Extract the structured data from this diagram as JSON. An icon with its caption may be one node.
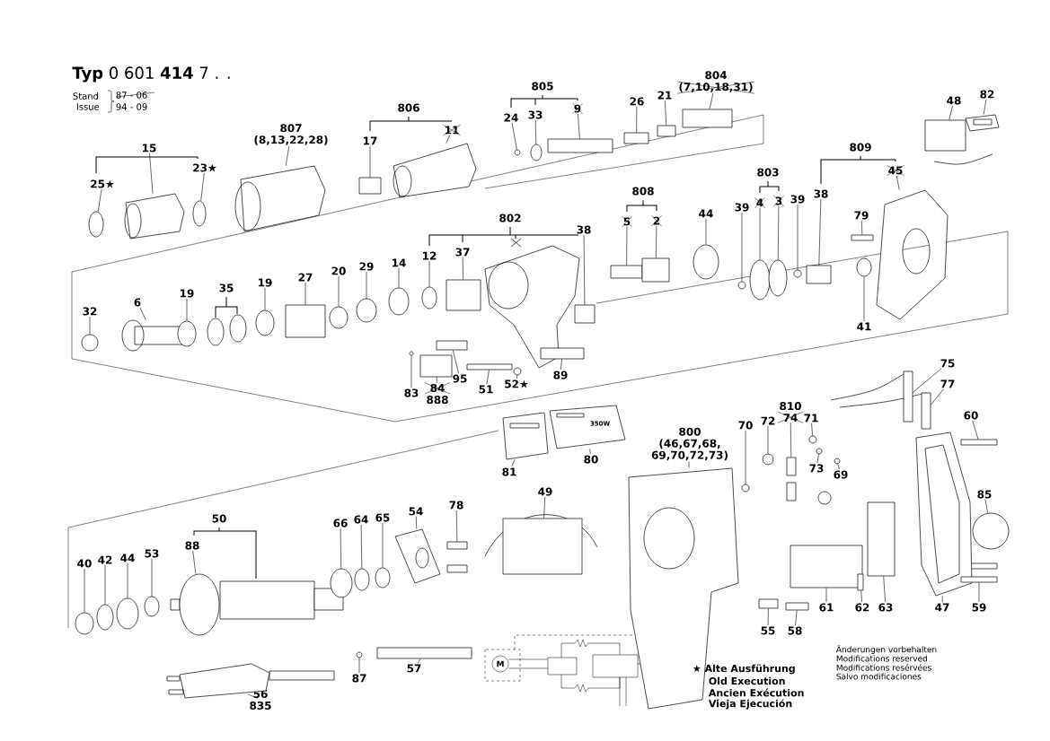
{
  "diagram": {
    "title": "**Typ** 0 601 **414** 7 . .",
    "nodes": [
      {
        "text": [
          "15"
        ]
      },
      {
        "text": [
          "25★"
        ]
      },
      {
        "text": [
          "23★"
        ]
      },
      {
        "text": [
          "807",
          "(8,13,22,28)"
        ]
      },
      {
        "text": [
          "806"
        ]
      },
      {
        "text": [
          "17"
        ]
      },
      {
        "text": [
          "11"
        ]
      },
      {
        "text": [
          "805"
        ]
      },
      {
        "text": [
          "24"
        ]
      },
      {
        "text": [
          "33"
        ]
      },
      {
        "text": [
          "9"
        ]
      },
      {
        "text": [
          "26"
        ]
      },
      {
        "text": [
          "21"
        ]
      },
      {
        "text": [
          "804",
          "(7,10,18,31)"
        ]
      },
      {
        "text": [
          "48"
        ]
      },
      {
        "text": [
          "82"
        ]
      },
      {
        "text": [
          "802"
        ]
      },
      {
        "text": [
          "808"
        ]
      },
      {
        "text": [
          "5"
        ]
      },
      {
        "text": [
          "2"
        ]
      },
      {
        "text": [
          "44"
        ]
      },
      {
        "text": [
          "803"
        ]
      },
      {
        "text": [
          "39"
        ]
      },
      {
        "text": [
          "4"
        ]
      },
      {
        "text": [
          "3"
        ]
      },
      {
        "text": [
          "39"
        ]
      },
      {
        "text": [
          "809"
        ]
      },
      {
        "text": [
          "38"
        ]
      },
      {
        "text": [
          "45"
        ]
      },
      {
        "text": [
          "79"
        ]
      },
      {
        "text": [
          "38"
        ]
      },
      {
        "text": [
          "32"
        ]
      },
      {
        "text": [
          "6"
        ]
      },
      {
        "text": [
          "19"
        ]
      },
      {
        "text": [
          "35"
        ]
      },
      {
        "text": [
          "19"
        ]
      },
      {
        "text": [
          "27"
        ]
      },
      {
        "text": [
          "20"
        ]
      },
      {
        "text": [
          "29"
        ]
      },
      {
        "text": [
          "14"
        ]
      },
      {
        "text": [
          "12"
        ]
      },
      {
        "text": [
          "37"
        ]
      },
      {
        "text": [
          "41"
        ]
      },
      {
        "text": [
          "83"
        ]
      },
      {
        "text": [
          "84",
          "888"
        ]
      },
      {
        "text": [
          "95"
        ]
      },
      {
        "text": [
          "51"
        ]
      },
      {
        "text": [
          "52★"
        ]
      },
      {
        "text": [
          "89"
        ]
      },
      {
        "text": [
          "75"
        ]
      },
      {
        "text": [
          "77"
        ]
      },
      {
        "text": [
          "800",
          "(46,67,68, 69,70,72,73)"
        ]
      },
      {
        "text": [
          "70"
        ]
      },
      {
        "text": [
          "72"
        ]
      },
      {
        "text": [
          "810",
          "74"
        ]
      },
      {
        "text": [
          "71"
        ]
      },
      {
        "text": [
          "73"
        ]
      },
      {
        "text": [
          "69"
        ]
      },
      {
        "text": [
          "81"
        ]
      },
      {
        "text": [
          "80"
        ]
      },
      {
        "text": [
          "60"
        ]
      },
      {
        "text": [
          "49"
        ]
      },
      {
        "text": [
          "85"
        ]
      },
      {
        "text": [
          "50"
        ]
      },
      {
        "text": [
          "88"
        ]
      },
      {
        "text": [
          "54"
        ]
      },
      {
        "text": [
          "78"
        ]
      },
      {
        "text": [
          "66"
        ]
      },
      {
        "text": [
          "64"
        ]
      },
      {
        "text": [
          "65"
        ]
      },
      {
        "text": [
          "40"
        ]
      },
      {
        "text": [
          "42"
        ]
      },
      {
        "text": [
          "44"
        ]
      },
      {
        "text": [
          "53"
        ]
      },
      {
        "text": [
          "61"
        ]
      },
      {
        "text": [
          "62"
        ]
      },
      {
        "text": [
          "63"
        ]
      },
      {
        "text": [
          "47"
        ]
      },
      {
        "text": [
          "59"
        ]
      },
      {
        "text": [
          "55"
        ]
      },
      {
        "text": [
          "58"
        ]
      },
      {
        "text": [
          "56",
          "835"
        ]
      },
      {
        "text": [
          "87"
        ]
      },
      {
        "text": [
          "57"
        ]
      },
      {
        "text": [],
        "shape": "picture"
      },
      {
        "text": [],
        "shape": "circle"
      },
      {
        "text": [],
        "shape": "circle"
      },
      {
        "text": [],
        "shape": "picture"
      },
      {
        "text": [],
        "shape": "box"
      },
      {
        "text": [],
        "shape": "picture"
      },
      {
        "text": [],
        "shape": "circle"
      },
      {
        "text": [],
        "shape": "circle"
      },
      {
        "text": [],
        "shape": "box"
      },
      {
        "text": [],
        "shape": "box"
      },
      {
        "text": [],
        "shape": "box"
      },
      {
        "text": [],
        "shape": "box"
      },
      {
        "text": [],
        "shape": "box"
      },
      {
        "text": [],
        "shape": "picture"
      },
      {
        "text": [],
        "shape": "box"
      },
      {
        "text": [],
        "shape": "box"
      },
      {
        "text": [],
        "shape": "circle"
      },
      {
        "text": [],
        "shape": "circle"
      },
      {
        "text": [],
        "shape": "circle"
      },
      {
        "text": [],
        "shape": "circle"
      },
      {
        "text": [],
        "shape": "circle"
      },
      {
        "text": [],
        "shape": "box"
      },
      {
        "text": [],
        "shape": "picture"
      },
      {
        "text": [],
        "shape": "box"
      },
      {
        "text": [],
        "shape": "box"
      },
      {
        "text": [],
        "shape": "circle"
      },
      {
        "text": [],
        "shape": "picture"
      },
      {
        "text": [],
        "shape": "circle"
      },
      {
        "text": [],
        "shape": "circle"
      },
      {
        "text": [],
        "shape": "box"
      },
      {
        "text": [],
        "shape": "circle"
      },
      {
        "text": [],
        "shape": "circle"
      },
      {
        "text": [],
        "shape": "circle"
      },
      {
        "text": [],
        "shape": "circle"
      },
      {
        "text": [],
        "shape": "box"
      },
      {
        "text": [],
        "shape": "circle"
      },
      {
        "text": [],
        "shape": "circle"
      },
      {
        "text": [],
        "shape": "box"
      },
      {
        "text": [],
        "shape": "box"
      },
      {
        "text": [],
        "shape": "box"
      },
      {
        "text": [],
        "shape": "circle"
      },
      {
        "text": [],
        "shape": "box"
      },
      {
        "text": [],
        "shape": "box"
      },
      {
        "text": [],
        "shape": "box"
      },
      {
        "text": [],
        "shape": "picture"
      },
      {
        "text": [],
        "shape": "circle"
      },
      {
        "text": [],
        "shape": "circle"
      },
      {
        "text": [],
        "shape": "box"
      },
      {
        "text": [],
        "shape": "circle"
      },
      {
        "text": [],
        "shape": "circle"
      },
      {
        "text": [],
        "shape": "circle"
      },
      {
        "text": [],
        "shape": "picture"
      },
      {
        "text": [],
        "shape": "picture"
      },
      {
        "text": [],
        "shape": "box"
      },
      {
        "text": [],
        "shape": "box"
      },
      {
        "text": [],
        "shape": "circle"
      },
      {
        "text": [],
        "shape": "circle"
      },
      {
        "text": [],
        "shape": "picture"
      },
      {
        "text": [],
        "shape": "box"
      },
      {
        "text": [],
        "shape": "circle"
      },
      {
        "text": [],
        "shape": "circle"
      },
      {
        "text": [],
        "shape": "circle"
      },
      {
        "text": [],
        "shape": "circle"
      },
      {
        "text": [],
        "shape": "circle"
      },
      {
        "text": [],
        "shape": "circle"
      },
      {
        "text": [],
        "shape": "circle"
      },
      {
        "text": [],
        "shape": "box"
      },
      {
        "text": [],
        "shape": "box"
      },
      {
        "text": [],
        "shape": "box"
      },
      {
        "text": [],
        "shape": "picture"
      },
      {
        "text": [],
        "shape": "box"
      },
      {
        "text": [],
        "shape": "box"
      },
      {
        "text": [],
        "shape": "box"
      },
      {
        "text": [],
        "shape": "picture"
      },
      {
        "text": [],
        "shape": "circle"
      },
      {
        "text": [],
        "shape": "box"
      }
    ],
    "edges": [
      {
        "from": 0,
        "to": 84,
        "arrow": "none"
      },
      {
        "from": 1,
        "to": 85,
        "arrow": "none"
      },
      {
        "from": 2,
        "to": 86,
        "arrow": "none"
      },
      {
        "from": 3,
        "to": 87,
        "arrow": "none"
      },
      {
        "from": 5,
        "to": 88,
        "arrow": "none"
      },
      {
        "from": 6,
        "to": 89,
        "arrow": "none"
      },
      {
        "from": 8,
        "to": 90,
        "arrow": "none"
      },
      {
        "from": 9,
        "to": 91,
        "arrow": "none"
      },
      {
        "from": 10,
        "to": 92,
        "arrow": "none"
      },
      {
        "from": 11,
        "to": 93,
        "arrow": "none"
      },
      {
        "from": 12,
        "to": 94,
        "arrow": "none"
      },
      {
        "from": 13,
        "to": 95,
        "arrow": "none"
      },
      {
        "from": 14,
        "to": 96,
        "arrow": "none"
      },
      {
        "from": 15,
        "to": 97,
        "arrow": "none"
      },
      {
        "from": 18,
        "to": 98,
        "arrow": "none"
      },
      {
        "from": 19,
        "to": 99,
        "arrow": "none"
      },
      {
        "from": 20,
        "to": 100,
        "arrow": "none"
      },
      {
        "from": 22,
        "to": 101,
        "arrow": "none"
      },
      {
        "from": 23,
        "to": 102,
        "arrow": "none"
      },
      {
        "from": 24,
        "to": 103,
        "arrow": "none"
      },
      {
        "from": 25,
        "to": 104,
        "arrow": "none"
      },
      {
        "from": 27,
        "to": 105,
        "arrow": "none"
      },
      {
        "from": 28,
        "to": 106,
        "arrow": "none"
      },
      {
        "from": 29,
        "to": 107,
        "arrow": "none"
      },
      {
        "from": 30,
        "to": 108,
        "arrow": "none"
      },
      {
        "from": 31,
        "to": 109,
        "arrow": "none"
      },
      {
        "from": 32,
        "to": 110,
        "arrow": "none"
      },
      {
        "from": 33,
        "to": 111,
        "arrow": "none"
      },
      {
        "from": 35,
        "to": 112,
        "arrow": "none"
      },
      {
        "from": 36,
        "to": 113,
        "arrow": "none"
      },
      {
        "from": 37,
        "to": 114,
        "arrow": "none"
      },
      {
        "from": 38,
        "to": 115,
        "arrow": "none"
      },
      {
        "from": 39,
        "to": 116,
        "arrow": "none"
      },
      {
        "from": 40,
        "to": 117,
        "arrow": "none"
      },
      {
        "from": 41,
        "to": 118,
        "arrow": "none"
      },
      {
        "from": 42,
        "to": 119,
        "arrow": "none"
      },
      {
        "from": 43,
        "to": 120,
        "arrow": "none"
      },
      {
        "from": 44,
        "to": 121,
        "arrow": "none"
      },
      {
        "from": 45,
        "to": 122,
        "arrow": "none"
      },
      {
        "from": 46,
        "to": 123,
        "arrow": "none"
      },
      {
        "from": 47,
        "to": 124,
        "arrow": "none"
      },
      {
        "from": 48,
        "to": 125,
        "arrow": "none"
      },
      {
        "from": 49,
        "to": 126,
        "arrow": "none"
      },
      {
        "from": 50,
        "to": 127,
        "arrow": "none"
      },
      {
        "from": 51,
        "to": 128,
        "arrow": "none"
      },
      {
        "from": 52,
        "to": 129,
        "arrow": "none"
      },
      {
        "from": 53,
        "to": 130,
        "arrow": "none"
      },
      {
        "from": 54,
        "to": 131,
        "arrow": "none"
      },
      {
        "from": 55,
        "to": 132,
        "arrow": "none"
      },
      {
        "from": 56,
        "to": 133,
        "arrow": "none"
      },
      {
        "from": 57,
        "to": 134,
        "arrow": "none"
      },
      {
        "from": 58,
        "to": 135,
        "arrow": "none"
      },
      {
        "from": 59,
        "to": 136,
        "arrow": "none"
      },
      {
        "from": 60,
        "to": 137,
        "arrow": "none"
      },
      {
        "from": 61,
        "to": 138,
        "arrow": "none"
      },
      {
        "from": 62,
        "to": 139,
        "arrow": "none"
      },
      {
        "from": 64,
        "to": 140,
        "arrow": "none"
      },
      {
        "from": 65,
        "to": 141,
        "arrow": "none"
      },
      {
        "from": 66,
        "to": 142,
        "arrow": "none"
      },
      {
        "from": 67,
        "to": 143,
        "arrow": "none"
      },
      {
        "from": 68,
        "to": 144,
        "arrow": "none"
      },
      {
        "from": 69,
        "to": 145,
        "arrow": "none"
      },
      {
        "from": 70,
        "to": 146,
        "arrow": "none"
      },
      {
        "from": 71,
        "to": 147,
        "arrow": "none"
      },
      {
        "from": 72,
        "to": 148,
        "arrow": "none"
      },
      {
        "from": 73,
        "to": 149,
        "arrow": "none"
      },
      {
        "from": 74,
        "to": 150,
        "arrow": "none"
      },
      {
        "from": 75,
        "to": 151,
        "arrow": "none"
      },
      {
        "from": 76,
        "to": 152,
        "arrow": "none"
      },
      {
        "from": 77,
        "to": 153,
        "arrow": "none"
      },
      {
        "from": 78,
        "to": 154,
        "arrow": "none"
      },
      {
        "from": 79,
        "to": 155,
        "arrow": "none"
      },
      {
        "from": 80,
        "to": 156,
        "arrow": "none"
      },
      {
        "from": 81,
        "to": 157,
        "arrow": "none"
      },
      {
        "from": 82,
        "to": 158,
        "arrow": "none"
      },
      {
        "from": 83,
        "to": 159,
        "arrow": "none"
      }
    ],
    "labels": [
      "Stand",
      "87 - 06",
      "Issue",
      "94 - 09",
      "350W",
      "M",
      "★ Alte Ausführung",
      "Old Execution",
      "Ancien Exécution",
      "Vieja Ejecución",
      "Änderungen vorbehalten",
      "Modifications reserved",
      "Modifications resérvées",
      "Salvo modificaciones"
    ]
  }
}
